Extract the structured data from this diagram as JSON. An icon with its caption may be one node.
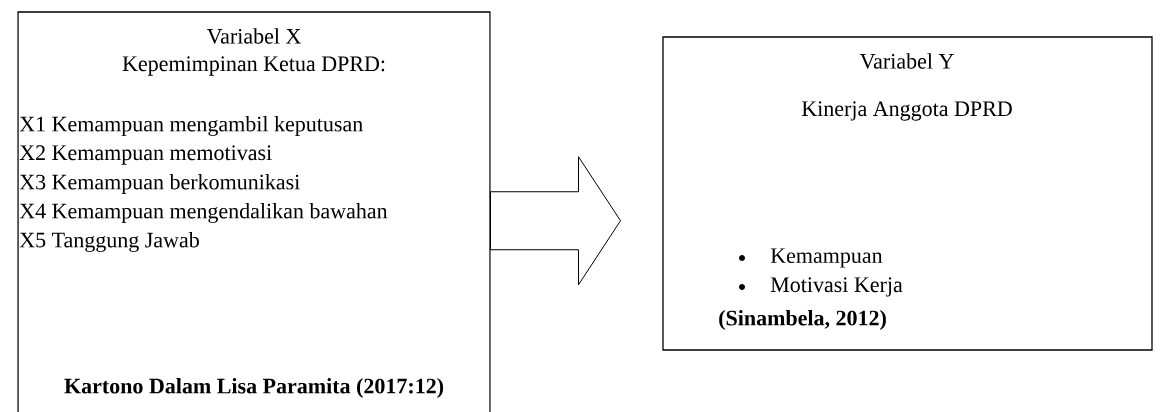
{
  "diagram": {
    "nodes": [
      {
        "text": [
          "Variabel X",
          "Kepemimpinan Ketua DPRD:",
          "X1 Kemampuan mengambil keputusan",
          "X2 Kemampuan memotivasi",
          "X3 Kemampuan berkomunikasi",
          "X4 Kemampuan mengendalikan bawahan",
          "X5 Tanggung Jawab",
          "Kartono Dalam Lisa Paramita (2017:12)"
        ]
      },
      {
        "text": [
          "Variabel Y",
          "Kinerja Anggota DPRD",
          "Kemampuan",
          "Motivasi Kerja",
          "(Sinambela, 2012)"
        ]
      }
    ],
    "edges": [
      {
        "from": 0,
        "to": 1,
        "arrow": "to"
      }
    ]
  }
}
